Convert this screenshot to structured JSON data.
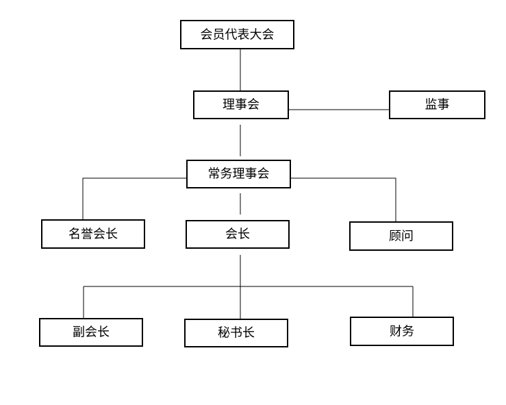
{
  "nodes": {
    "assembly": "会员代表大会",
    "council": "理事会",
    "supervisor": "监事",
    "standing_council": "常务理事会",
    "honorary_president": "名誉会长",
    "president": "会长",
    "advisor": "顾问",
    "vice_president": "副会长",
    "secretary_general": "秘书长",
    "finance": "财务"
  },
  "colors": {
    "line": "#000000",
    "background": "#ffffff"
  }
}
